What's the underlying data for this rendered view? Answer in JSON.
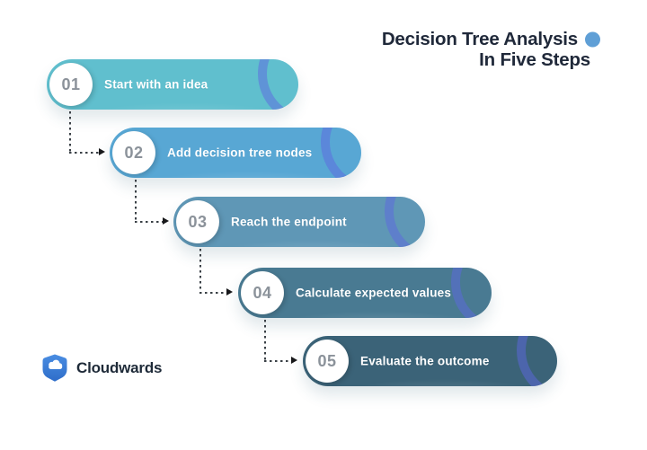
{
  "title": {
    "line1": "Decision Tree Analysis",
    "line2": "In Five Steps",
    "text_color": "#20293a",
    "dot_color": "#5f9fd6"
  },
  "steps": [
    {
      "number": "01",
      "label": "Start with an idea",
      "color": "#60bfce"
    },
    {
      "number": "02",
      "label": "Add decision tree nodes",
      "color": "#58a7d4"
    },
    {
      "number": "03",
      "label": "Reach the endpoint",
      "color": "#5f97b6"
    },
    {
      "number": "04",
      "label": "Calculate expected values",
      "color": "#497a92"
    },
    {
      "number": "05",
      "label": "Evaluate the outcome",
      "color": "#3b6378"
    }
  ],
  "number_color": "#8b929a",
  "connector_color": "#3a4046",
  "swoosh_color": "rgba(94,104,224,0.5)",
  "brand": {
    "name": "Cloudwards",
    "text_color": "#1e2a38",
    "shield_color_top": "#4a8de2",
    "shield_color_bottom": "#2e6dc9"
  }
}
